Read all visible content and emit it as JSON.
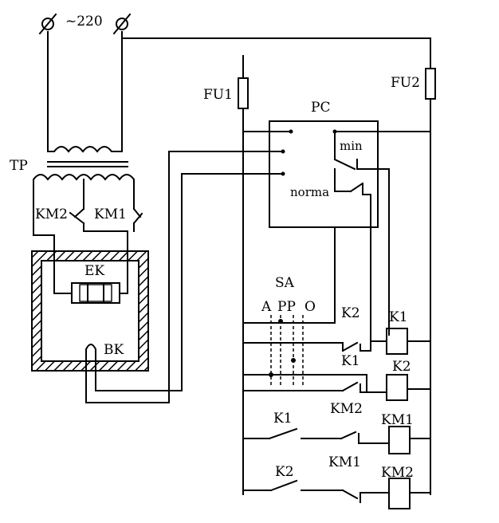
{
  "supply": {
    "voltage": "~220"
  },
  "labels": {
    "transformer": "TP",
    "fuse1": "FU1",
    "fuse2": "FU2",
    "thermostat": "PC",
    "min": "min",
    "norma": "norma",
    "switch": "SA",
    "pos_a": "A",
    "pos_pp": "PP",
    "pos_o": "O",
    "heater": "EK",
    "sensor": "BK",
    "km2_contact": "KM2",
    "km1_contact": "KM1",
    "k2_contact_sa": "K2",
    "k1_contact_sa": "K1",
    "km2_rung": "KM2",
    "k1_rung": "K1",
    "km1_rung": "KM1",
    "k2_rung": "K2",
    "coil_k1": "K1",
    "coil_k2": "K2",
    "coil_km1": "KM1",
    "coil_km2": "KM2"
  },
  "colors": {
    "ink": "#000000",
    "hatch": "#000000",
    "background": "#ffffff"
  }
}
